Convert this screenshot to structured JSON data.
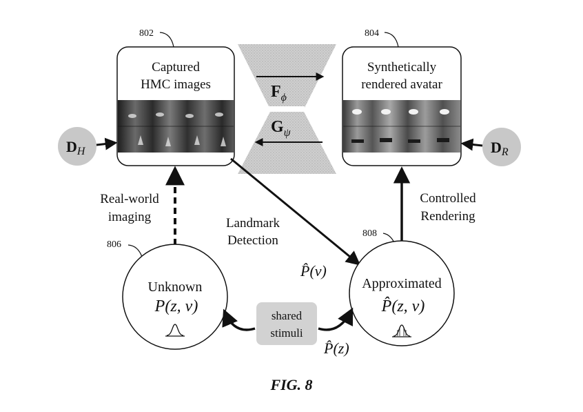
{
  "figure_label": "FIG. 8",
  "refs": {
    "r802": "802",
    "r804": "804",
    "r806": "806",
    "r808": "808"
  },
  "box_left": {
    "title_line1": "Captured",
    "title_line2": "HMC images"
  },
  "box_right": {
    "title_line1": "Synthetically",
    "title_line2": "rendered avatar"
  },
  "network": {
    "forward_label": "F",
    "forward_sub": "ϕ",
    "backward_label": "G",
    "backward_sub": "ψ"
  },
  "domains": {
    "left_main": "D",
    "left_sub": "H",
    "right_main": "D",
    "right_sub": "R"
  },
  "edges": {
    "real_world_line1": "Real-world",
    "real_world_line2": "imaging",
    "landmark_line1": "Landmark",
    "landmark_line2": "Detection",
    "controlled_line1": "Controlled",
    "controlled_line2": "Rendering",
    "p_hat_v": "P̂(v)",
    "p_hat_z": "P̂(z)"
  },
  "circle_left": {
    "title": "Unknown",
    "formula": "P(z, v)"
  },
  "circle_right": {
    "title": "Approximated",
    "formula": "P̂(z, v)"
  },
  "shared_box": {
    "line1": "shared",
    "line2": "stimuli"
  },
  "colors": {
    "ink": "#111111",
    "gray_fill": "#c8c8c8",
    "network_fill": "#d4d4d4",
    "photo_dark": "#2a2a2a"
  }
}
